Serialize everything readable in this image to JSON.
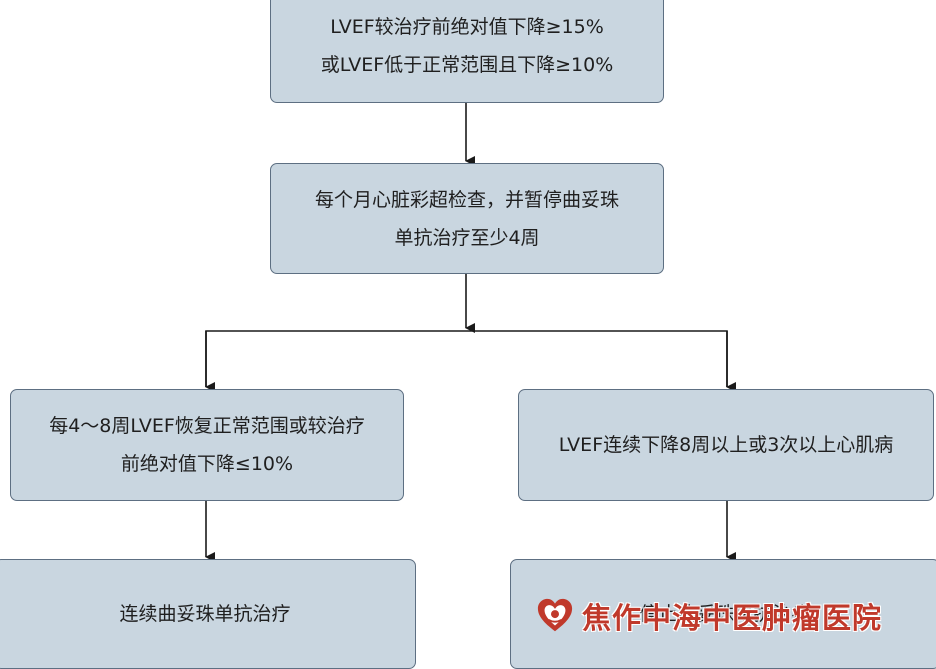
{
  "nodes": {
    "criteria": {
      "line1": "LVEF较治疗前绝对值下降≥15%",
      "line2": "或LVEF低于正常范围且下降≥10%"
    },
    "monitor": {
      "line1": "每个月心脏彩超检查，并暂停曲妥珠",
      "line2": "单抗治疗至少4周"
    },
    "recovered": {
      "line1": "每4～8周LVEF恢复正常范围或较治疗",
      "line2": "前绝对值下降≤10%"
    },
    "declined": {
      "line1": "LVEF连续下降8周以上或3次以上心肌病"
    },
    "continue": {
      "line1": "连续曲妥珠单抗治疗"
    },
    "stop": {
      "line1": "停止曲妥珠单抗治疗"
    }
  },
  "watermark": {
    "text": "焦作中海中医肿瘤医院",
    "logo_icon": "hospital-heart-logo-icon",
    "color": "#c0392b"
  },
  "colors": {
    "box_fill": "#c9d6e0",
    "box_border": "#5d6f82",
    "arrow": "#1a1a1a"
  }
}
